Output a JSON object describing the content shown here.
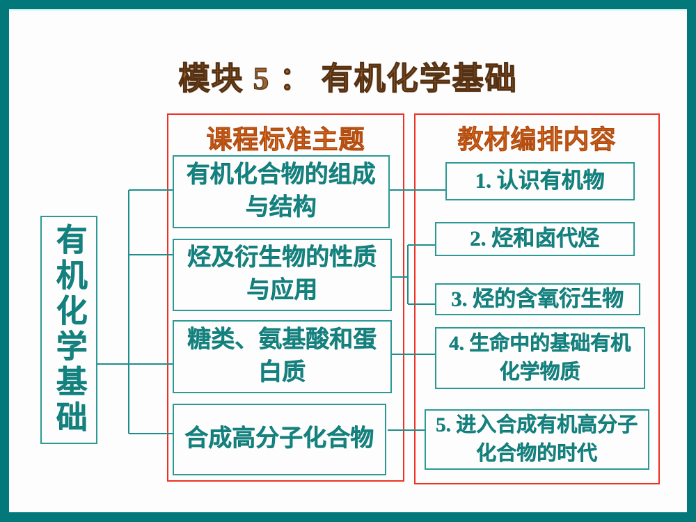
{
  "slide": {
    "title": "模块 5 ： 有机化学基础"
  },
  "root": {
    "label": "有机化学基础"
  },
  "standards": {
    "header": "课程标准主题",
    "items": [
      "有机化合物的组成与结构",
      "烃及衍生物的性质与应用",
      "糖类、氨基酸和蛋白质",
      "合成高分子化合物"
    ]
  },
  "textbook": {
    "header": "教材编排内容",
    "items": [
      "1. 认识有机物",
      "2. 烃和卤代烃",
      "3. 烃的含氧衍生物",
      "4. 生命中的基础有机化学物质",
      "5. 进入合成有机高分子化合物的时代"
    ]
  },
  "colors": {
    "frame_teal": "#03787a",
    "node_teal_border": "#2b9a95",
    "node_teal_text": "#13827f",
    "column_red": "#ee3124",
    "header_orange": "#e76f1e",
    "title_brown": "#9b6433"
  }
}
